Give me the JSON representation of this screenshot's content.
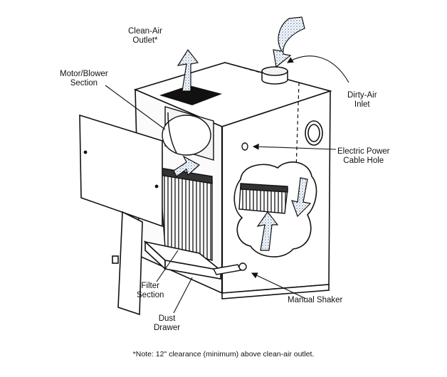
{
  "labels": {
    "clean_air_outlet": [
      "Clean-Air",
      "Outlet*"
    ],
    "motor_blower": [
      "Motor/Blower",
      "Section"
    ],
    "dirty_air_inlet": [
      "Dirty-Air",
      "Inlet"
    ],
    "power_cable_hole": [
      "Electric Power",
      "Cable Hole"
    ],
    "filter_section": [
      "Filter",
      "Section"
    ],
    "dust_drawer": [
      "Dust",
      "Drawer"
    ],
    "manual_shaker": [
      "Manual Shaker"
    ]
  },
  "note": "*Note:  12\" clearance (minimum) above clean-air outlet."
}
